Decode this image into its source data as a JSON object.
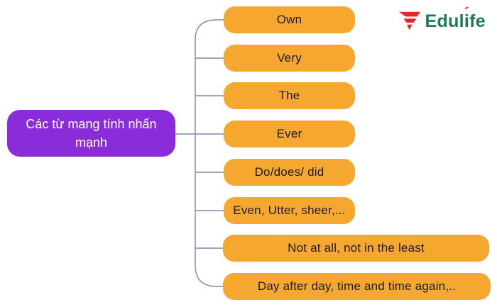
{
  "root_node": {
    "label": "Các từ mang tính nhấn mạnh"
  },
  "branch_nodes": [
    {
      "label": "Own"
    },
    {
      "label": "Very"
    },
    {
      "label": "The"
    },
    {
      "label": "Ever"
    },
    {
      "label": "Do/does/ did"
    },
    {
      "label": "Even, Utter, sheer,..."
    },
    {
      "label": "Not at all, not in the least"
    },
    {
      "label": "Day after day, time and time again,.."
    }
  ],
  "logo": {
    "brand_prefix": "Edul",
    "brand_i": "i",
    "brand_accent": "´",
    "brand_suffix": "fe"
  },
  "colors": {
    "root_fill": "#8b2cdb",
    "root_text": "#ffffff",
    "branch_fill": "#f6a72f",
    "branch_text": "#1c1c1c",
    "connector": "#7d87ae",
    "logo_green": "#1d7a57",
    "logo_red": "#e8262a",
    "page_bg": "#ffffff"
  }
}
